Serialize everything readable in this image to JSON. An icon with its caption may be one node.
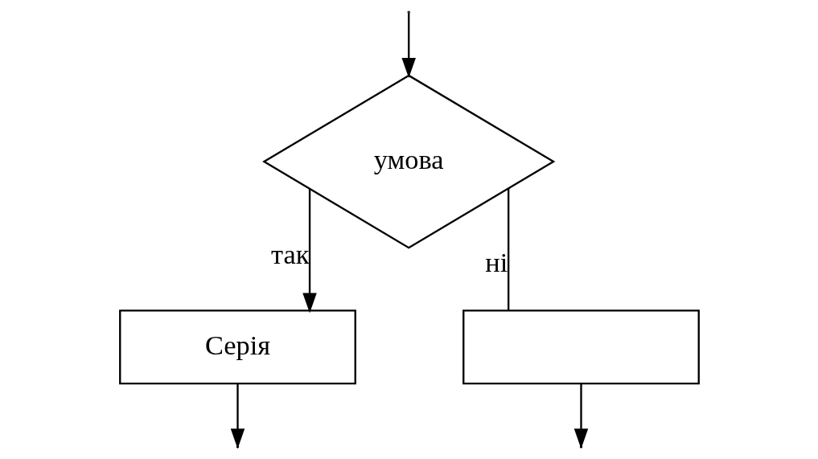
{
  "diagram": {
    "nodes": [
      {
        "text": [
          "умова"
        ]
      },
      {
        "text": [
          "Серія"
        ]
      },
      {
        "text": [],
        "shape": "box"
      }
    ],
    "edges": [
      {
        "from": null,
        "to": 0,
        "arrow": "to"
      },
      {
        "from": 0,
        "to": 1,
        "arrow": "to",
        "label": "так"
      },
      {
        "from": 0,
        "to": 2,
        "arrow": "none",
        "label": "ні"
      },
      {
        "from": 1,
        "to": null,
        "arrow": "to"
      },
      {
        "from": 2,
        "to": null,
        "arrow": "to"
      }
    ]
  }
}
